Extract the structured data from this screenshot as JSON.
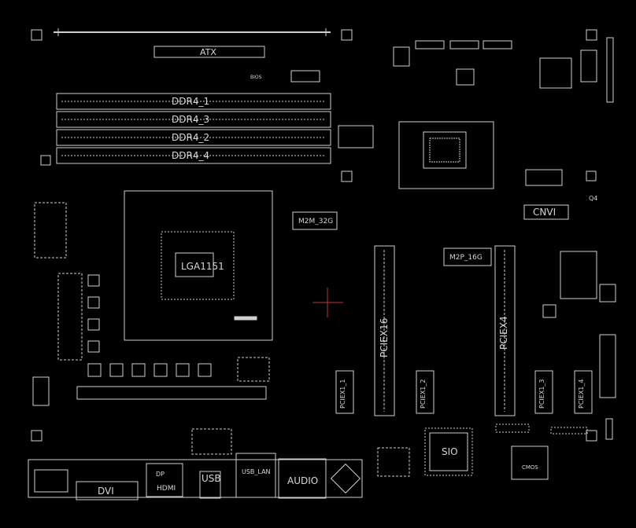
{
  "labels": {
    "atx": "ATX",
    "ddr4_1": "DDR4_1",
    "ddr4_3": "DDR4_3",
    "ddr4_2": "DDR4_2",
    "ddr4_4": "DDR4_4",
    "cpu_socket": "LGA1151",
    "m2m": "M2M_32G",
    "m2p": "M2P_16G",
    "cnvi": "CNVI",
    "pciex16": "PCIEX16",
    "pciex4": "PCIEX4",
    "pciex1_1": "PCIEX1_1",
    "pciex1_2": "PCIEX1_2",
    "pciex1_3": "PCIEX1_3",
    "pciex1_4": "PCIEX1_4",
    "sio": "SIO",
    "dvi": "DVI",
    "hdmi": "HDMI",
    "audio": "AUDIO",
    "usb_lan": "USB_LAN",
    "usb": "USB",
    "dp": "DP",
    "bios": "BIOS",
    "q4": "Q4",
    "cmos": "CMOS"
  },
  "colors": {
    "background": "#000000",
    "stroke": "#cfcfcf",
    "marker": "#c0392b"
  }
}
